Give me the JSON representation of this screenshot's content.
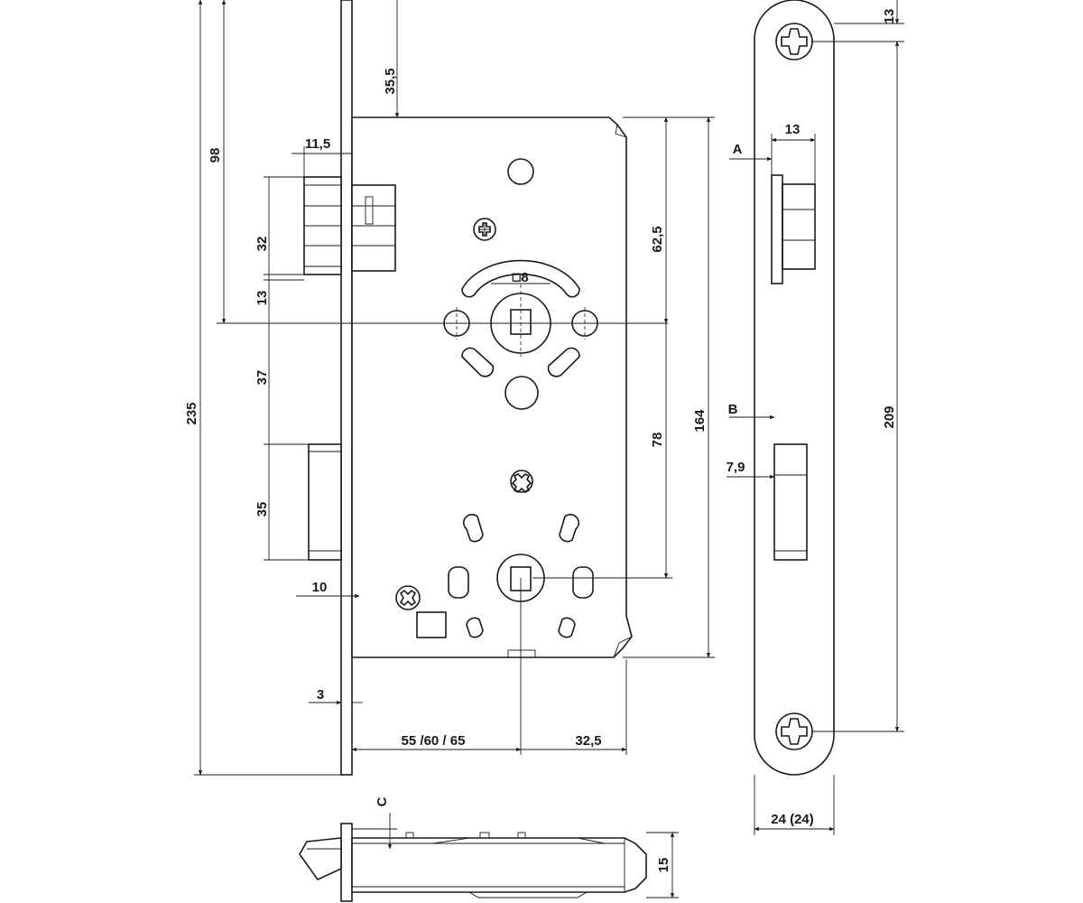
{
  "dimensions": {
    "d_35_5": "35,5",
    "d_98": "98",
    "d_11_5": "11,5",
    "d_32": "32",
    "d_13_left": "13",
    "d_37": "37",
    "d_235": "235",
    "d_35": "35",
    "d_10": "10",
    "d_3": "3",
    "d_backset": "55 /60 / 65",
    "d_32_5": "32,5",
    "d_62_5": "62,5",
    "d_78": "78",
    "d_164": "164",
    "d_square": "□8",
    "d_13_top": "13",
    "d_13_face": "13",
    "d_209": "209",
    "d_7_9": "7,9",
    "d_24": "24 (24)",
    "d_15": "15"
  },
  "labels": {
    "a": "A",
    "b": "B",
    "c": "C"
  }
}
